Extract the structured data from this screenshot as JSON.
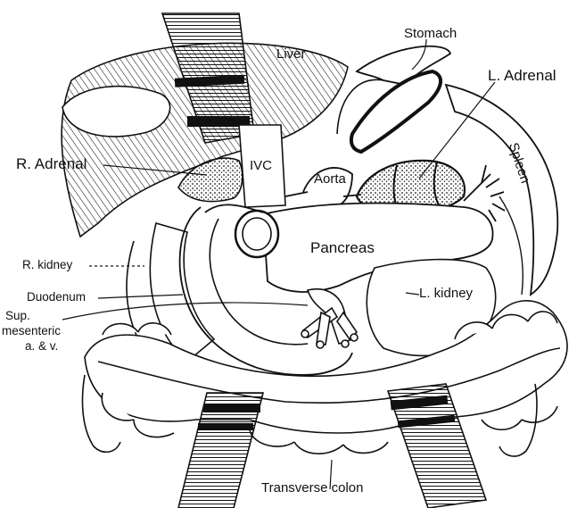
{
  "labels": {
    "liver": "Liver",
    "stomach": "Stomach",
    "l_adrenal": "L. Adrenal",
    "spleen": "Spleen",
    "r_adrenal": "R. Adrenal",
    "ivc": "IVC",
    "aorta": "Aorta",
    "pancreas": "Pancreas",
    "r_kidney": "R. kidney",
    "duodenum": "Duodenum",
    "l_kidney": "L. kidney",
    "sup_mesenteric_1": "Sup.",
    "sup_mesenteric_2": "mesenteric",
    "sup_mesenteric_3": "a. & v.",
    "transverse_colon": "Transverse colon"
  },
  "colors": {
    "ink": "#111111",
    "paper": "#ffffff"
  }
}
